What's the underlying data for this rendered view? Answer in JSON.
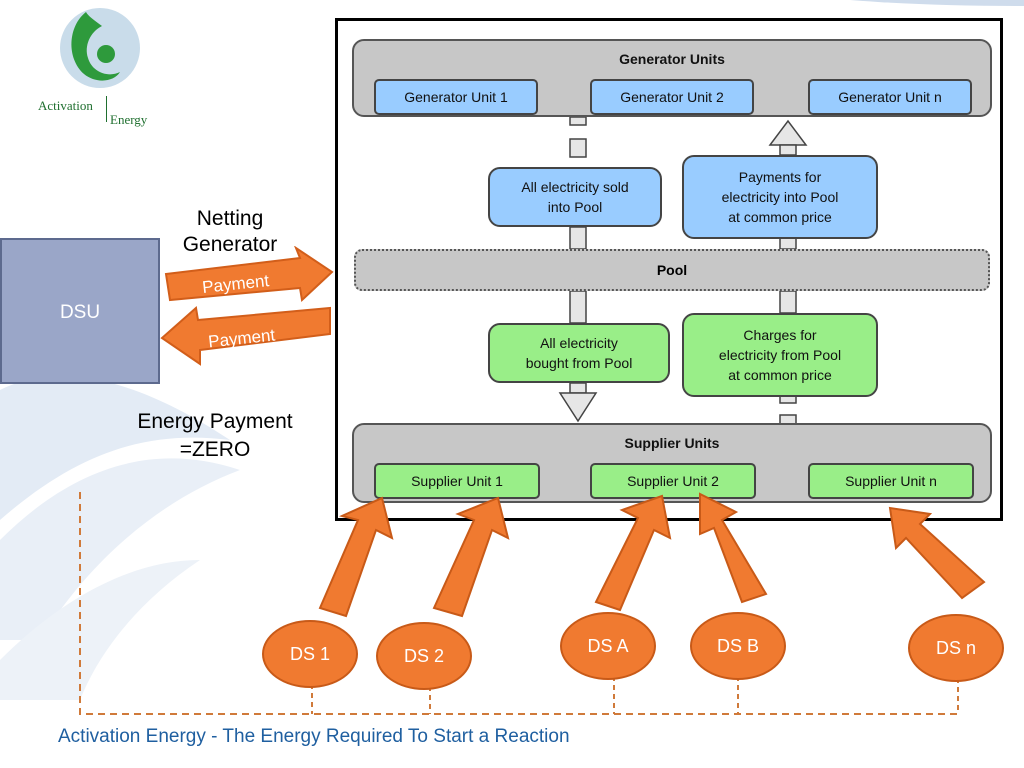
{
  "logo": {
    "text_left": "Activation",
    "text_right": "Energy",
    "icon": "green-swirl-logo-icon"
  },
  "dsu": {
    "label": "DSU"
  },
  "netting": {
    "line1": "Netting",
    "line2": "Generator"
  },
  "payments": {
    "top_label": "Payment",
    "bottom_label": "Payment"
  },
  "energy_payment": {
    "line1": "Energy Payment",
    "line2": "=ZERO"
  },
  "diagram": {
    "generator_title": "Generator Units",
    "generators": [
      "Generator Unit 1",
      "Generator Unit 2",
      "Generator Unit n"
    ],
    "sold_box": [
      "All electricity sold",
      "into Pool"
    ],
    "payments_box": [
      "Payments for",
      "electricity into Pool",
      "at common price"
    ],
    "pool": "Pool",
    "bought_box": [
      "All electricity",
      "bought from Pool"
    ],
    "charges_box": [
      "Charges for",
      "electricity from Pool",
      "at common price"
    ],
    "supplier_title": "Supplier Units",
    "suppliers": [
      "Supplier Unit 1",
      "Supplier Unit 2",
      "Supplier Unit n"
    ]
  },
  "ds_nodes": [
    "DS 1",
    "DS 2",
    "DS A",
    "DS B",
    "DS n"
  ],
  "footer": {
    "text": "Activation Energy - The Energy Required To Start a Reaction"
  },
  "colors": {
    "orange": "#f07a30",
    "blue_box": "#99ccff",
    "green_box": "#99ee88",
    "gray_band": "#c7c7c7",
    "dsu": "#9aa6c8",
    "footer_text": "#1f5fa0"
  }
}
